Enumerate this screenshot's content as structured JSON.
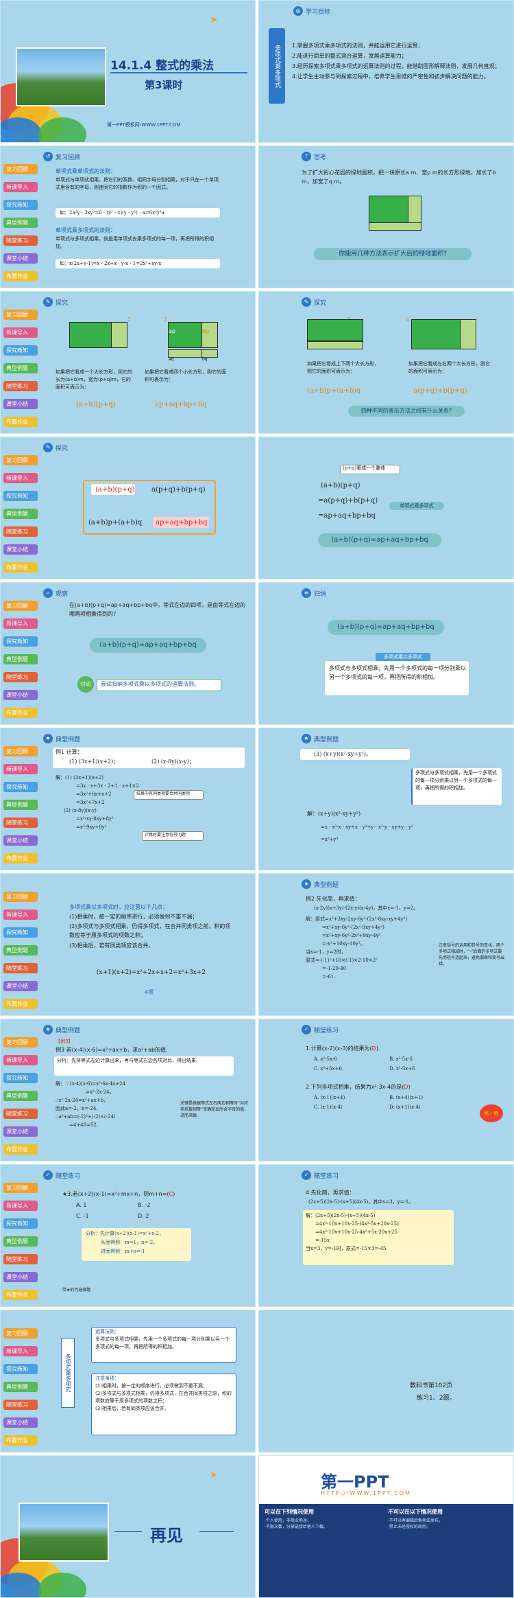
{
  "colors": {
    "bg": "#a9d6ea",
    "title": "#1b3f8a",
    "accent": "#2f77c7",
    "sidebar": [
      "#f0a030",
      "#e05a8a",
      "#4aa0e0",
      "#58b85a",
      "#e0603a",
      "#8a6ad0",
      "#f0c030"
    ]
  },
  "sidebar_items": [
    "复习回顾",
    "新课导入",
    "探究新知",
    "典型例题",
    "随堂练习",
    "课堂小结",
    "布置作业"
  ],
  "s1": {
    "title": "14.1.4 整式的乘法",
    "subtitle": "第3课时",
    "footer": "第一PPT模板网-WWW.1PPT.COM"
  },
  "s2": {
    "vertical": "多项式乘多项式",
    "header": "学习目标",
    "goals": [
      "1.掌握多项式乘多项式的法则，并能运用它进行运算；",
      "2.能进行简单的整式混合运算，发展运算能力；",
      "3.经历探索多项式乘多项式的运算法则的过程，能借助图形解释法则，发展几何直观；",
      "4.让学生主动参与到探索过程中，培养学生思维的严密性和初步解决问题的能力。"
    ]
  },
  "s3": {
    "header": "复习回顾",
    "r1": "单项式乘单项式的法则：",
    "r1d": "单项式与单项式相乘，把它们的系数、相同字母分别相乘，对于只在一个单项式里含有的字母，则连同它的指数作为积的一个因式。",
    "ex1": "如：2a²y · 3xy²=6 · (x² · x)(y · y²) · a=6x³y³a",
    "r2": "单项式乘多项式的法则：",
    "r2d": "单项式与多项式相乘，就是用单项式去乘多项式的每一项，再把所得的积相加。",
    "ex2": "如：x(2x+y-1)=x · 2x+x · y-x · 1=2x²+xy-x"
  },
  "s4": {
    "header": "思考",
    "q": "为了扩大街心花园的绿地面积，把一块原长a m、宽p m的长方形绿地，加长了b m，加宽了q m。",
    "ask": "你能用几种方法表示扩大后的绿地面积?"
  },
  "s5": {
    "header": "探究",
    "n1": "1",
    "n2": "2",
    "t1": "如果把它看成一个大长方形，则它的长为(a+b)m，宽为(p+q)m，它的面积可表示为：",
    "f1": "(a+b)(p+q)",
    "t2": "如果把它看成四个小长方形，则它的面积可表示为：",
    "f2": "ap+aq+bp+bq",
    "ap": "ap",
    "aq": "aq",
    "bp": "bp",
    "bq": "bq"
  },
  "s6": {
    "header": "探究",
    "n3": "3",
    "n4": "4",
    "t3": "如果把它看成上下两个大长方形，则它的面积可表示为：",
    "f3": "(a+b)p+(a+b)q",
    "t4": "如果把它看成左右两个大长方形，则它的面积可表示为：",
    "f4": "a(p+q)+b(p+q)",
    "ask": "四种不同的表示方法之间有什么关系?"
  },
  "s7": {
    "header": "探究",
    "e1l": "(a+b)(p+q)",
    "e1r": "a(p+q)+b(p+q)",
    "e2l": "(a+b)p+(a+b)q",
    "e2r": "ap+aq+bp+bq"
  },
  "s8": {
    "note": "(p+q)看成一个整体",
    "l1": "(a+b)(p+q)",
    "l2": "=a(p+q)+b(p+q)",
    "l3": "=ap+aq+bp+bq",
    "tag": "单项式乘多项式",
    "final": "(a+b)(p+q)=ap+aq+bp+bq"
  },
  "s9": {
    "header": "观察",
    "q": "在(a+b)(p+q)=ap+aq+bp+bq中，等式左边的四项，是由等式左边的哪两项相乘得到的?",
    "eq": "(a+b)(p+q)=ap+aq+bp+bq",
    "tag": "讨论",
    "disc": "尝试归纳多项式乘以多项式的运算法则。"
  },
  "s10": {
    "header": "归纳",
    "eq": "(a+b)(p+q)=ap+aq+bp+bq",
    "tag": "多项式乘以多项式",
    "rule": "多项式与多项式相乘，先用一个多项式的每一项分别乘以另一个多项式的每一项，再把所得的积相加。"
  },
  "s11": {
    "header": "典型例题",
    "q": "例1 计算：",
    "q1": "(1) (3x+1)(x+2)；",
    "q2": "(2) (x-8y)(x-y)；",
    "a": "解：(1) (3x+1)(x+2)",
    "s1": "=3x · x+3x · 2+1 · x+1×2",
    "s2": "=3x²+6x+x+2",
    "s3": "=3x²+7x+2",
    "n1": "结果中有同类项要合并同类项",
    "b": "(2) (x-8y)(x-y)",
    "b1": "=x²-xy-8xy+8y²",
    "b2": "=x²-9xy+8y²",
    "n2": "计算时要注意符号问题"
  },
  "s12": {
    "header": "典型例题",
    "q": "(3) (x+y)(x²-xy+y²)。",
    "note": "多项式与多项式相乘，先用一个多项式的每一项分别乘以另一个多项式的每一项，再把所得的积相加。",
    "a": "解：(x+y)(x²-xy+y²)",
    "a1": "=x · x²-x · xy+x · y²+y · x²-y · xy+y · y²",
    "a2": "=x³+y³"
  },
  "s13": {
    "l1": "多项式乘以多项式时，应注意以下几点：",
    "l2": "(1)相乘时，按一定的顺序进行，必须做到不重不漏；",
    "l3": "(2)多项式与多项式相乘，仍得多项式，在合并同类项之前，积的项数应等于原多项式的项数之积；",
    "l4": "(3)相乘后，若有同类项应该合并。",
    "eq": "(x+1)(x+2)=x²+2x+x+2=x²+3x+2",
    "lbl": "4项"
  },
  "s14": {
    "header": "典型例题",
    "q": "例2 先化简，再求值：",
    "q2": "(x-2y)(x+3y)-(2x-y)(x-4y)，其中x=-1，y=2。",
    "a": "解：原式=x²+3xy-2xy-6y²-(2x²-8xy-xy+4y²)",
    "a1": "=x²+xy-6y²-(2x²-9xy+4y²)",
    "a2": "=x²+xy-6y²-2x²+9xy-4y²",
    "a3": "=-x²+10xy-10y²。",
    "a4": "当x=-1，y=2时，",
    "a5": "原式=-(-1)²+10×(-1)×2-10×2²",
    "a6": "=-1-20-40",
    "a7": "=-61.",
    "note": "注意括号的运用和符号的变化，两个多项式相减时，“-”后面的多项式要先用括号括起来，避免漏乘和变号出错。"
  },
  "s15": {
    "header": "典型例题",
    "tag": "【例3】",
    "q": "例3 若(x-4)(x-6)=x²+ax+b，求a²+ab的值.",
    "p": "分析：先将等式左边计算出来，再与等式右边各项对比，得出结果.",
    "a": "解：∵(x-4)(x-6)=x²-6x-4x+24",
    "a1": "=x²-2x-24，",
    "a2": "∴x²-2x-24=x²+ax+b，",
    "a3": "因此a=-2，b=-24.",
    "a4": "∴a²+ab=(-2)²+(-2)×(-24)",
    "a5": "=4+48=52.",
    "note": "关键是根据等式左右两边相等时“对应项系数相等”来确定出所含字母的值，进而求解."
  },
  "s16": {
    "header": "随堂练习",
    "q1": "1.计算(x-2)(x-3)的结果为(",
    "ans1": "D",
    "q1e": ")",
    "o1a": "A. x²-5x-6",
    "o1b": "B. x²-5x-6",
    "o1c": "C. x²+5x+6",
    "o1d": "D. x²-5x+6",
    "q2": "2.下列多项式相乘，结果为x²-3x-4的是(",
    "ans2": "D",
    "q2e": ")",
    "o2a": "A. (x-1)(x+4)",
    "o2b": "B. (x+4)(x+1)",
    "o2c": "C. (x-1)(x-4)",
    "o2d": "D. (x+1)(x-4)",
    "mascot": "练一练"
  },
  "s17": {
    "header": "随堂练习",
    "q": "3.若(x+2)(x-1)=x²+mx+n，则m+n=(",
    "ans": "C",
    "qe": ")",
    "oa": "A.   1",
    "ob": "B.   -2",
    "oc": "C.   -1",
    "od": "D.   2",
    "an": "分析：先计算(x+2)(x-1)=x²+x-2，",
    "an1": "从而得到：m=1，n=-2。",
    "an2": "进而得到：m+n=-1",
    "tip": "带★的为选做题"
  },
  "s18": {
    "header": "随堂练习",
    "q": "4.先化简，再求值：",
    "q2": "(2x+5)(2x-5)-(x+5)(4x-5)，其中x=3，y=-1。",
    "a": "解：(2x+5)(2x-5)-(x+5)(4x-5)",
    "a1": "=4x²-10x+10x-25-(4x²-5x+20x-25)",
    "a2": "=4x²-10x+10x-25-4x²+5x-20x+25",
    "a3": "=-15x",
    "a4": "当x=3，y=-1时，原式=-15×3=-45"
  },
  "s19": {
    "vlabel": "多项式乘多项式",
    "h1": "运算法则：",
    "r1": "多项式与多项式相乘，先用一个多项式的每一项分别乘以另一个多项式的每一项，再把所得的积相加。",
    "h2": "注意事项：",
    "r2": "(1)相乘时，按一定的顺序进行，必须做到不重不漏；",
    "r3": "(2)多项式与多项式相乘，仍得多项式，在合并同类项之前，积的项数应等于原多项式的项数之积；",
    "r4": "(3)相乘后，若有同类项应该合并。"
  },
  "s20": {
    "l1": "教科书第102页",
    "l2": "练习1、2题。"
  },
  "s21": {
    "text": "再见"
  },
  "s22": {
    "logo": "第一PPT",
    "url": "HTTP://WWW.1PPT.COM",
    "c1": "可以在下列情况使用",
    "c1d": [
      "·个人使用，非商业用途。",
      "·不限次数，分享链接给他人下载。"
    ],
    "c2": "不可以在以下情况使用",
    "c2d": [
      "·不可以再编辑后售卖或发布。",
      "·禁止未经授权的商用。"
    ]
  }
}
